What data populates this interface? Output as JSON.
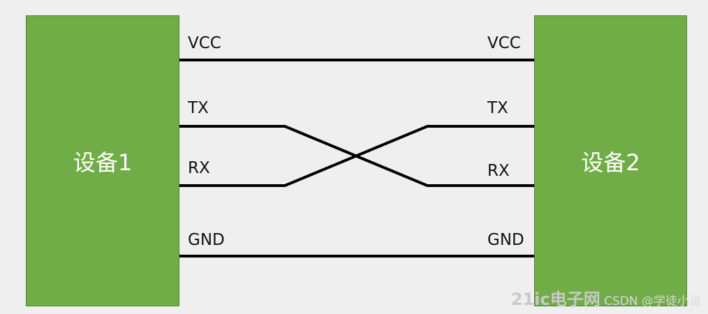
{
  "devices": {
    "left": {
      "label": "设备1"
    },
    "right": {
      "label": "设备2"
    }
  },
  "pins": {
    "left": [
      "VCC",
      "TX",
      "RX",
      "GND"
    ],
    "right": [
      "VCC",
      "TX",
      "RX",
      "GND"
    ]
  },
  "connections": [
    {
      "from": "VCC",
      "to": "VCC"
    },
    {
      "from": "TX",
      "to": "RX"
    },
    {
      "from": "RX",
      "to": "TX"
    },
    {
      "from": "GND",
      "to": "GND"
    }
  ],
  "colors": {
    "device_fill": "#70ad47",
    "device_border": "#507e32",
    "wire": "#000000",
    "background": "#efefef"
  },
  "watermark": {
    "brand": "21ic电子网",
    "text": "CSDN @学徒小说"
  }
}
